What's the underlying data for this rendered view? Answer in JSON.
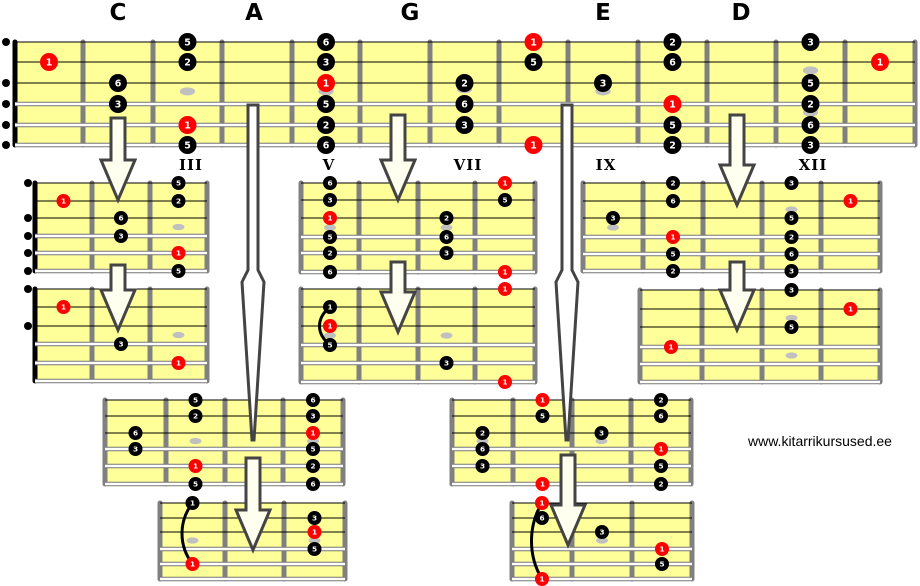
{
  "shape_labels": [
    "C",
    "A",
    "G",
    "E",
    "D"
  ],
  "position_labels": [
    "III",
    "V",
    "VII",
    "IX",
    "XII"
  ],
  "website": "www.kitarrikursused.ee",
  "colors": {
    "root": "#ff0000",
    "note": "#000000",
    "board": "#ffff99",
    "fret": "#808080",
    "ghost": "#c0c0c0"
  },
  "fretboards": [
    {
      "dots": [
        {
          "s": 2,
          "f": 0,
          "n": "1",
          "root": true
        },
        {
          "s": 3,
          "f": 1,
          "n": "6"
        },
        {
          "s": 4,
          "f": 1,
          "n": "3"
        },
        {
          "s": 1,
          "f": 2,
          "n": "5"
        },
        {
          "s": 2,
          "f": 2,
          "n": "2"
        },
        {
          "s": 5,
          "f": 2,
          "n": "1",
          "root": true
        },
        {
          "s": 6,
          "f": 2,
          "n": "5"
        },
        {
          "s": 1,
          "f": 4,
          "n": "6"
        },
        {
          "s": 2,
          "f": 4,
          "n": "3"
        },
        {
          "s": 3,
          "f": 4,
          "n": "1",
          "root": true
        },
        {
          "s": 4,
          "f": 4,
          "n": "5"
        },
        {
          "s": 5,
          "f": 4,
          "n": "2"
        },
        {
          "s": 6,
          "f": 4,
          "n": "6"
        },
        {
          "s": 3,
          "f": 6,
          "n": "2"
        },
        {
          "s": 4,
          "f": 6,
          "n": "6"
        },
        {
          "s": 5,
          "f": 6,
          "n": "3"
        },
        {
          "s": 1,
          "f": 7,
          "n": "1",
          "root": true
        },
        {
          "s": 2,
          "f": 7,
          "n": "5"
        },
        {
          "s": 6,
          "f": 7,
          "n": "1",
          "root": true
        },
        {
          "s": 3,
          "f": 8,
          "n": "3"
        },
        {
          "s": 1,
          "f": 9,
          "n": "2"
        },
        {
          "s": 2,
          "f": 9,
          "n": "6"
        },
        {
          "s": 4,
          "f": 9,
          "n": "1",
          "root": true
        },
        {
          "s": 5,
          "f": 9,
          "n": "5"
        },
        {
          "s": 6,
          "f": 9,
          "n": "2"
        },
        {
          "s": 1,
          "f": 11,
          "n": "3"
        },
        {
          "s": 3,
          "f": 11,
          "n": "5"
        },
        {
          "s": 4,
          "f": 11,
          "n": "2"
        },
        {
          "s": 5,
          "f": 11,
          "n": "6"
        },
        {
          "s": 6,
          "f": 11,
          "n": "3"
        },
        {
          "s": 2,
          "f": 12,
          "n": "1",
          "root": true
        }
      ],
      "ghosts": [
        {
          "f": 2,
          "s": 3.4
        },
        {
          "f": 4,
          "s": 3.4
        },
        {
          "f": 6,
          "s": 3.3
        },
        {
          "f": 8,
          "s": 3.4
        },
        {
          "f": 11,
          "s": 2.4
        },
        {
          "f": 11,
          "s": 4.4
        }
      ]
    },
    {
      "dots": [
        {
          "s": 2,
          "f": 0,
          "n": "1",
          "root": true
        },
        {
          "s": 3,
          "f": 1,
          "n": "6"
        },
        {
          "s": 4,
          "f": 1,
          "n": "3"
        },
        {
          "s": 1,
          "f": 2,
          "n": "5"
        },
        {
          "s": 2,
          "f": 2,
          "n": "2"
        },
        {
          "s": 5,
          "f": 2,
          "n": "1",
          "root": true
        },
        {
          "s": 6,
          "f": 2,
          "n": "5"
        }
      ],
      "ghosts": [
        {
          "f": 2,
          "s": 3.5
        }
      ]
    },
    {
      "dots": [
        {
          "s": 2,
          "f": 0,
          "n": "1",
          "root": true
        },
        {
          "s": 4,
          "f": 1,
          "n": "3"
        },
        {
          "s": 5,
          "f": 2,
          "n": "1",
          "root": true
        }
      ],
      "ghosts": [
        {
          "f": 2,
          "s": 3.5
        }
      ]
    },
    {
      "dots": [
        {
          "s": 1,
          "f": 0,
          "n": "6"
        },
        {
          "s": 2,
          "f": 0,
          "n": "3"
        },
        {
          "s": 3,
          "f": 0,
          "n": "1",
          "root": true
        },
        {
          "s": 4,
          "f": 0,
          "n": "5"
        },
        {
          "s": 5,
          "f": 0,
          "n": "2"
        },
        {
          "s": 6,
          "f": 0,
          "n": "6"
        },
        {
          "s": 3,
          "f": 2,
          "n": "2"
        },
        {
          "s": 4,
          "f": 2,
          "n": "6"
        },
        {
          "s": 5,
          "f": 2,
          "n": "3"
        },
        {
          "s": 1,
          "f": 3,
          "n": "1",
          "root": true
        },
        {
          "s": 2,
          "f": 3,
          "n": "5"
        },
        {
          "s": 6,
          "f": 3,
          "n": "1",
          "root": true
        }
      ],
      "ghosts": [
        {
          "f": 0,
          "s": 3.5
        },
        {
          "f": 2,
          "s": 3.5
        }
      ]
    },
    {
      "dots": [
        {
          "s": 2,
          "f": 0,
          "n": "1"
        },
        {
          "s": 3,
          "f": 0,
          "n": "1",
          "root": true
        },
        {
          "s": 4,
          "f": 0,
          "n": "5"
        },
        {
          "s": 5,
          "f": 2,
          "n": "3"
        },
        {
          "s": 1,
          "f": 3,
          "n": "1",
          "root": true
        },
        {
          "s": 6,
          "f": 3,
          "n": "1",
          "root": true
        }
      ],
      "ghosts": [
        {
          "f": 0,
          "s": 3.5
        },
        {
          "f": 2,
          "s": 3.5
        }
      ],
      "slide": {
        "f": 0,
        "from": 2,
        "to": 4
      }
    },
    {
      "dots": [
        {
          "s": 3,
          "f": 0,
          "n": "3"
        },
        {
          "s": 1,
          "f": 1,
          "n": "2"
        },
        {
          "s": 2,
          "f": 1,
          "n": "6"
        },
        {
          "s": 4,
          "f": 1,
          "n": "1",
          "root": true
        },
        {
          "s": 5,
          "f": 1,
          "n": "5"
        },
        {
          "s": 6,
          "f": 1,
          "n": "2"
        },
        {
          "s": 1,
          "f": 3,
          "n": "3"
        },
        {
          "s": 3,
          "f": 3,
          "n": "5"
        },
        {
          "s": 4,
          "f": 3,
          "n": "2"
        },
        {
          "s": 5,
          "f": 3,
          "n": "6"
        },
        {
          "s": 6,
          "f": 3,
          "n": "3"
        },
        {
          "s": 2,
          "f": 4,
          "n": "1",
          "root": true
        }
      ],
      "ghosts": [
        {
          "f": 0,
          "s": 3.5
        },
        {
          "f": 3,
          "s": 2.5
        }
      ]
    },
    {
      "dots": [
        {
          "s": 1,
          "f": 2,
          "n": "3"
        },
        {
          "s": 3,
          "f": 2,
          "n": "5"
        },
        {
          "s": 4,
          "f": 0,
          "n": "1",
          "root": true
        },
        {
          "s": 2,
          "f": 3,
          "n": "1",
          "root": true
        }
      ],
      "ghosts": [
        {
          "f": 2,
          "s": 2.5
        },
        {
          "f": 2,
          "s": 4.5
        }
      ]
    },
    {
      "dots": [
        {
          "s": 3,
          "f": 0,
          "n": "6"
        },
        {
          "s": 4,
          "f": 0,
          "n": "3"
        },
        {
          "s": 1,
          "f": 1,
          "n": "5"
        },
        {
          "s": 2,
          "f": 1,
          "n": "2"
        },
        {
          "s": 5,
          "f": 1,
          "n": "1",
          "root": true
        },
        {
          "s": 6,
          "f": 1,
          "n": "5"
        },
        {
          "s": 1,
          "f": 3,
          "n": "6"
        },
        {
          "s": 2,
          "f": 3,
          "n": "3"
        },
        {
          "s": 3,
          "f": 3,
          "n": "1",
          "root": true
        },
        {
          "s": 4,
          "f": 3,
          "n": "5"
        },
        {
          "s": 5,
          "f": 3,
          "n": "2"
        },
        {
          "s": 6,
          "f": 3,
          "n": "6"
        }
      ],
      "ghosts": [
        {
          "f": 1,
          "s": 3.5
        },
        {
          "f": 3,
          "s": 3.5
        }
      ]
    },
    {
      "dots": [
        {
          "s": 1,
          "f": 0,
          "n": "1"
        },
        {
          "s": 5,
          "f": 0,
          "n": "1",
          "root": true
        },
        {
          "s": 2,
          "f": 2,
          "n": "3"
        },
        {
          "s": 3,
          "f": 2,
          "n": "1",
          "root": true
        },
        {
          "s": 4,
          "f": 2,
          "n": "5"
        }
      ],
      "ghosts": [
        {
          "f": 0,
          "s": 3.5
        },
        {
          "f": 2,
          "s": 3.5
        }
      ],
      "slide": {
        "f": 0,
        "from": 1,
        "to": 5
      }
    },
    {
      "dots": [
        {
          "s": 3,
          "f": 0,
          "n": "2"
        },
        {
          "s": 4,
          "f": 0,
          "n": "6"
        },
        {
          "s": 5,
          "f": 0,
          "n": "3"
        },
        {
          "s": 1,
          "f": 1,
          "n": "1",
          "root": true
        },
        {
          "s": 2,
          "f": 1,
          "n": "5"
        },
        {
          "s": 6,
          "f": 1,
          "n": "1",
          "root": true
        },
        {
          "s": 3,
          "f": 2,
          "n": "3"
        },
        {
          "s": 1,
          "f": 3,
          "n": "2"
        },
        {
          "s": 2,
          "f": 3,
          "n": "6"
        },
        {
          "s": 4,
          "f": 3,
          "n": "1",
          "root": true
        },
        {
          "s": 5,
          "f": 3,
          "n": "5"
        },
        {
          "s": 6,
          "f": 3,
          "n": "2"
        }
      ],
      "ghosts": [
        {
          "f": 0,
          "s": 3.5
        },
        {
          "f": 2,
          "s": 3.5
        }
      ]
    },
    {
      "dots": [
        {
          "s": 1,
          "f": 0,
          "n": "1",
          "root": true
        },
        {
          "s": 2,
          "f": 0,
          "n": "6"
        },
        {
          "s": 6,
          "f": 0,
          "n": "1",
          "root": true
        },
        {
          "s": 3,
          "f": 1,
          "n": "3"
        },
        {
          "s": 4,
          "f": 2,
          "n": "1",
          "root": true
        },
        {
          "s": 5,
          "f": 2,
          "n": "5"
        }
      ],
      "ghosts": [
        {
          "f": 1,
          "s": 3.5
        }
      ],
      "slide": {
        "f": 0,
        "from": 1,
        "to": 6
      }
    }
  ]
}
